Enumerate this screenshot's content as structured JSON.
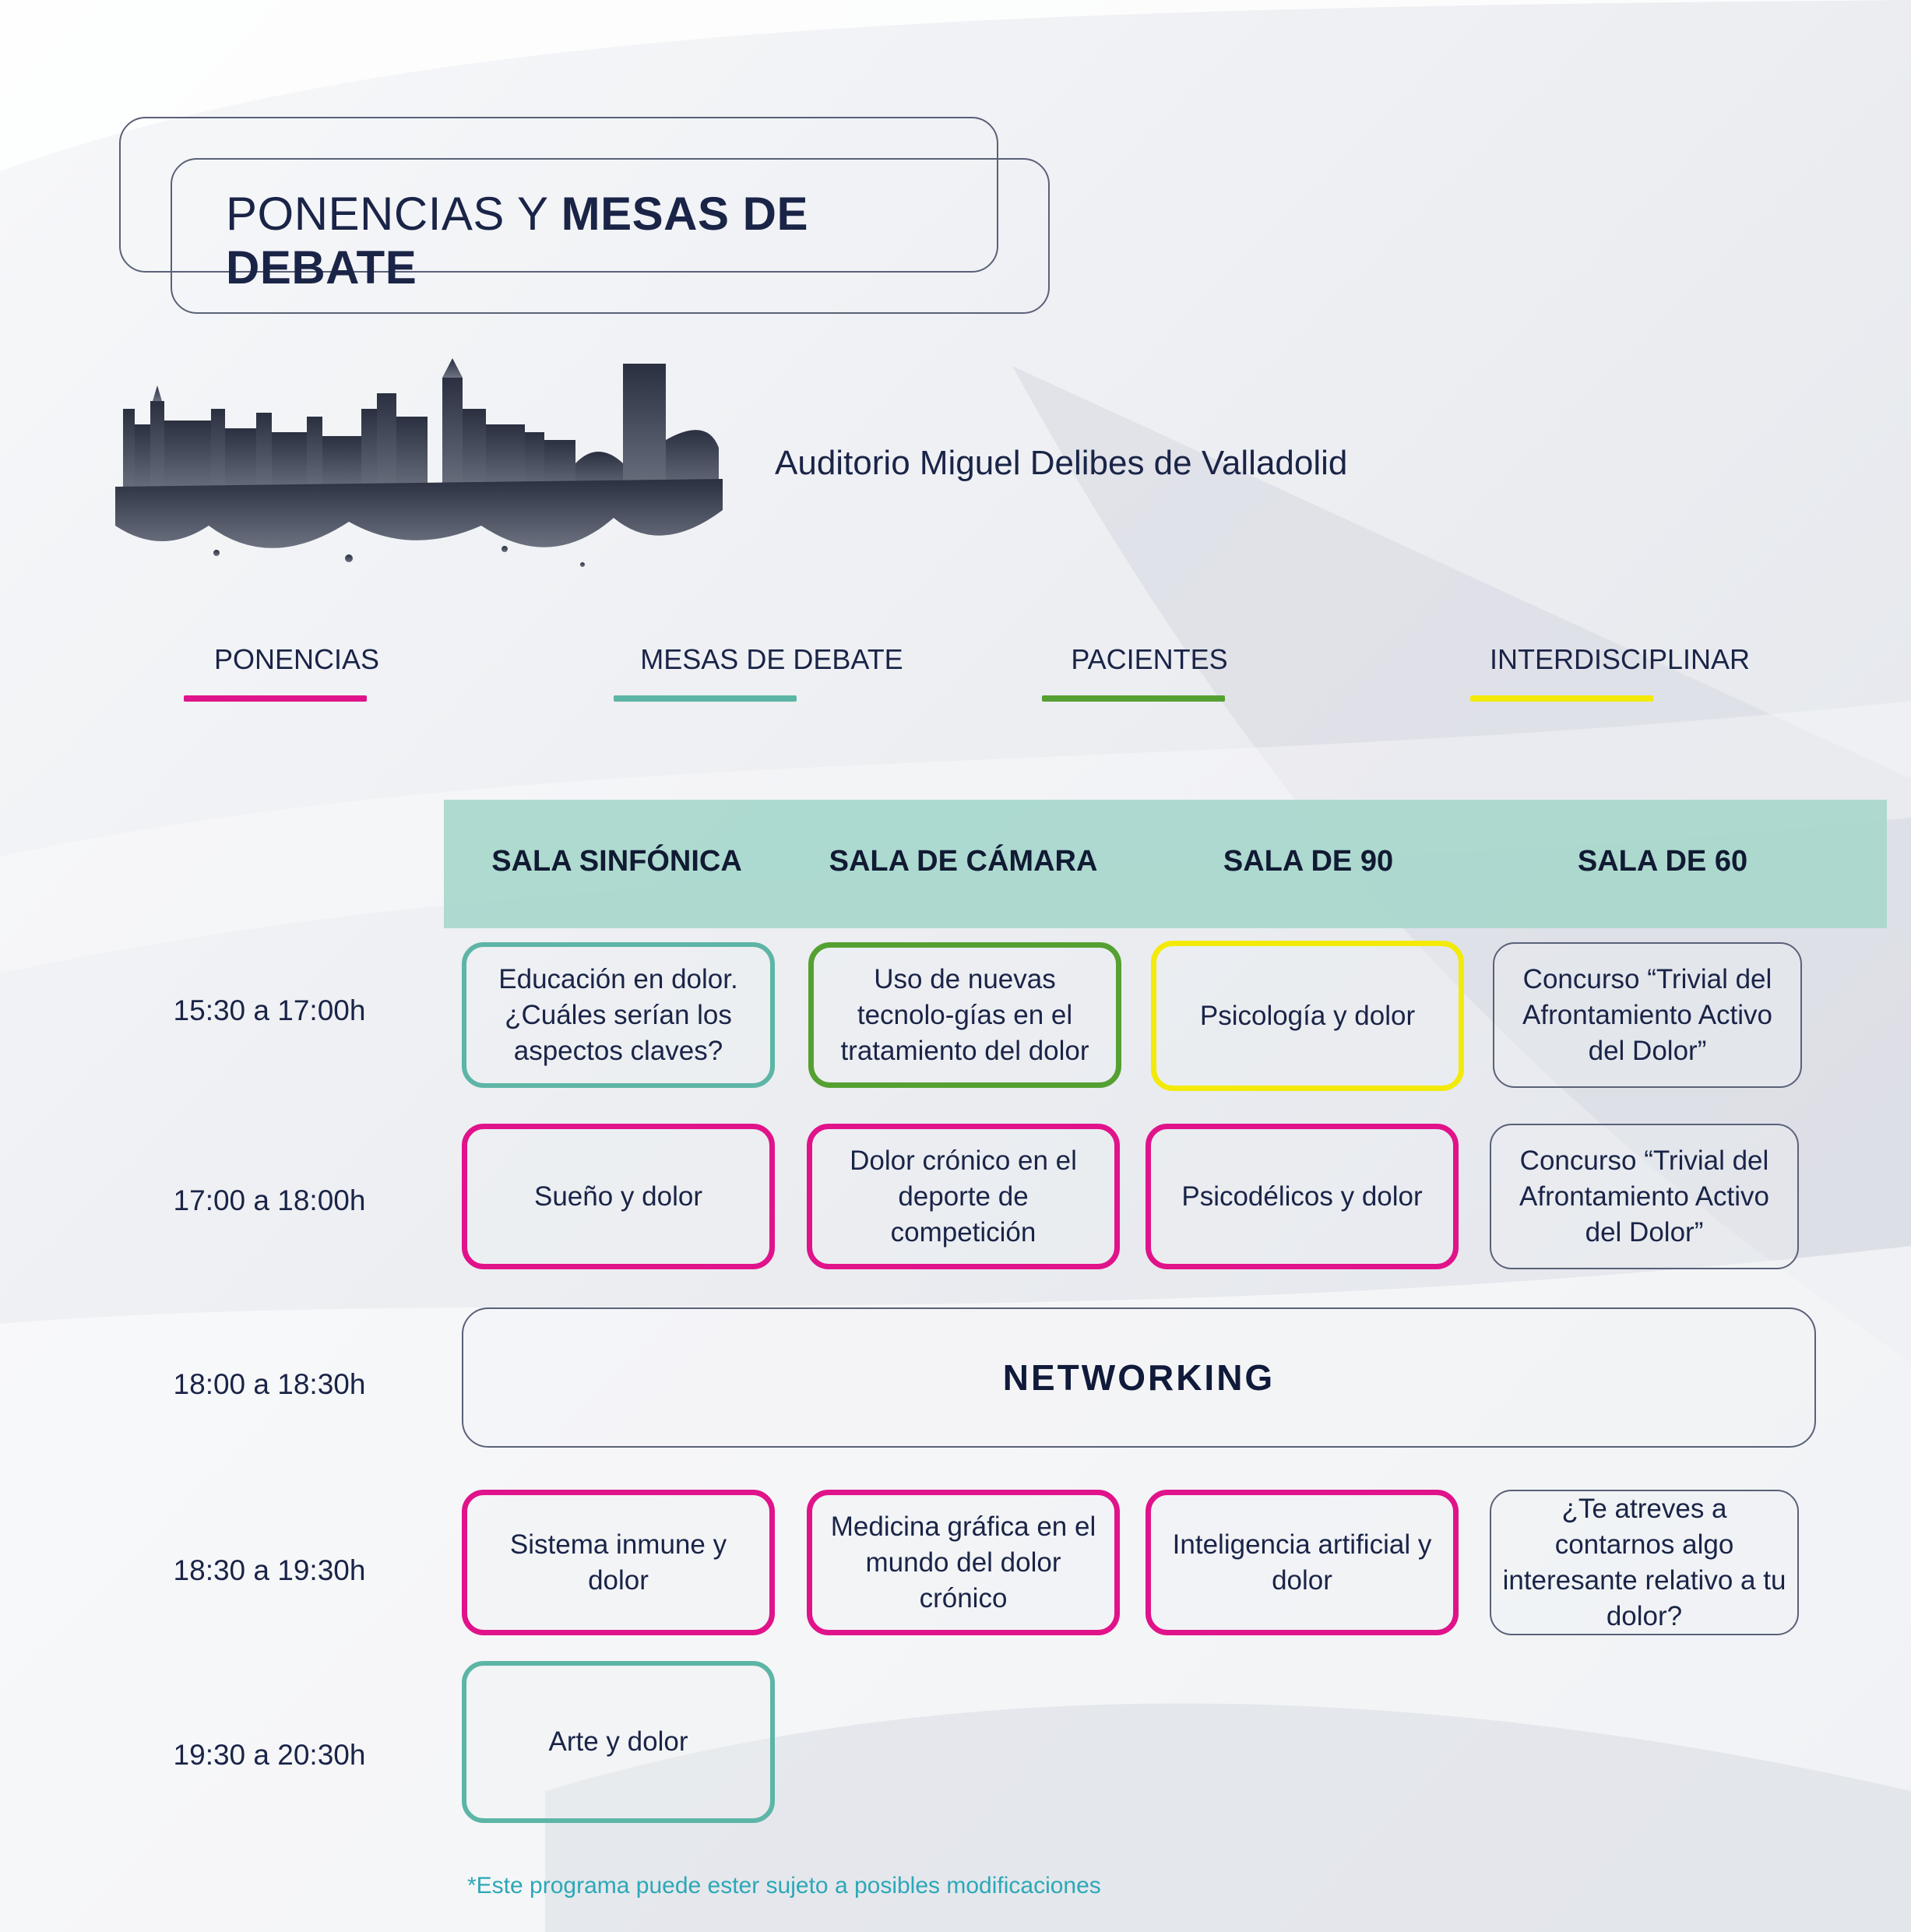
{
  "title": {
    "light": "PONENCIAS Y ",
    "bold": "MESAS DE DEBATE"
  },
  "venue": "Auditorio Miguel Delibes de Valladolid",
  "legend": [
    {
      "label": "PONENCIAS",
      "color": "#e0138a"
    },
    {
      "label": "MESAS DE DEBATE",
      "color": "#5db5a6"
    },
    {
      "label": "PACIENTES",
      "color": "#55a032"
    },
    {
      "label": "INTERDISCIPLINAR",
      "color": "#f3ea0a"
    }
  ],
  "rooms": [
    "SALA SINFÓNICA",
    "SALA DE CÁMARA",
    "SALA DE 90",
    "SALA DE 60"
  ],
  "times": [
    "15:30 a 17:00h",
    "17:00 a 18:00h",
    "18:00 a 18:30h",
    "18:30 a 19:30h",
    "19:30 a 20:30h"
  ],
  "sessions": {
    "r1": [
      {
        "text": "Educación en dolor. ¿Cuáles serían los aspectos claves?",
        "category": "mesas-de-debate"
      },
      {
        "text": "Uso de nuevas tecnolo-gías en el tratamiento del dolor",
        "category": "pacientes"
      },
      {
        "text": "Psicología y dolor",
        "category": "interdisciplinar"
      },
      {
        "text": "Concurso “Trivial del Afrontamiento Activo del Dolor”",
        "category": "none"
      }
    ],
    "r2": [
      {
        "text": "Sueño y dolor",
        "category": "ponencias"
      },
      {
        "text": "Dolor crónico en el deporte de competición",
        "category": "ponencias"
      },
      {
        "text": "Psicodélicos y dolor",
        "category": "ponencias"
      },
      {
        "text": "Concurso “Trivial del Afrontamiento Activo del Dolor”",
        "category": "none"
      }
    ],
    "networking": "NETWORKING",
    "r4": [
      {
        "text": "Sistema inmune y dolor",
        "category": "ponencias"
      },
      {
        "text": "Medicina gráfica en el mundo del dolor crónico",
        "category": "ponencias"
      },
      {
        "text": "Inteligencia artificial y dolor",
        "category": "ponencias"
      },
      {
        "text": "¿Te atreves a contarnos algo interesante relativo a tu dolor?",
        "category": "none"
      }
    ],
    "r5": [
      {
        "text": "Arte y dolor",
        "category": "mesas-de-debate"
      }
    ]
  },
  "footnote": "*Este programa puede ester sujeto a posibles modificaciones"
}
